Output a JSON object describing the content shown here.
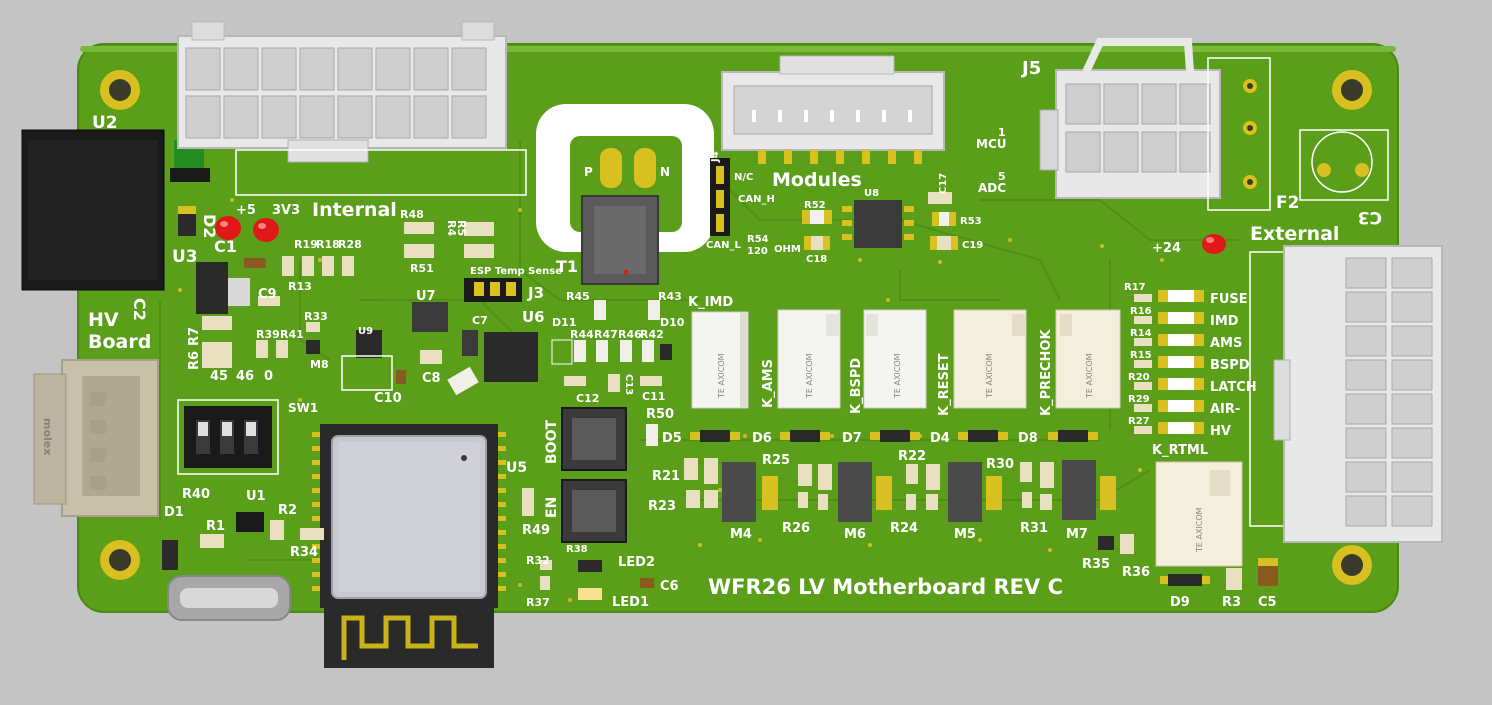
{
  "colors": {
    "background": "#c4c4c4",
    "board": "#5a9e1a",
    "board_edge": "#4a8a12",
    "silk": "#ffffff",
    "pad": "#d8c020",
    "connector": "#e8e8e8",
    "chip": "#2a2a2a",
    "led_red": "#e01818"
  },
  "board": {
    "title": "WFR26 LV Motherboard REV C"
  },
  "connectors": {
    "internal": "Internal",
    "modules": "Modules",
    "external": "External",
    "hv_board_line1": "HV",
    "hv_board_line2": "Board",
    "j5": "J5",
    "mcu_num": "1",
    "mcu": "MCU",
    "adc_num": "5",
    "adc": "ADC",
    "molex": "molex"
  },
  "indicator_labels": [
    "FUSE",
    "IMD",
    "AMS",
    "BSPD",
    "LATCH",
    "AIR-",
    "HV"
  ],
  "indicator_resistors": [
    "R17",
    "R16",
    "R14",
    "R15",
    "R20",
    "R29",
    "R27"
  ],
  "relays": [
    "K_IMD",
    "K_AMS",
    "K_BSPD",
    "K_RESET",
    "K_PRECHOK",
    "K_RTML"
  ],
  "relay_brand": "TE AXICOM",
  "labels": {
    "u2": "U2",
    "u3": "U3",
    "d2": "D2",
    "c1": "C1",
    "v5": "+5",
    "v3": "3V3",
    "c2": "C2",
    "c9": "C9",
    "r19": "R19",
    "r18": "R18",
    "r28": "R28",
    "r13": "R13",
    "r48": "R48",
    "r4": "R4",
    "r5": "R5",
    "r51": "R51",
    "u7": "U7",
    "r6": "R6",
    "r7": "R7",
    "r39": "R39",
    "r41": "R41",
    "r33": "R33",
    "m8": "M8",
    "u9": "U9",
    "c7": "C7",
    "c8": "C8",
    "c10": "C10",
    "c11": "C11",
    "c12": "C12",
    "c13": "C13",
    "u6": "U6",
    "n45": "45",
    "n46": "46",
    "n0": "0",
    "sw1": "SW1",
    "r40": "R40",
    "u1": "U1",
    "r1": "R1",
    "r2": "R2",
    "r34": "R34",
    "d1": "D1",
    "u5": "U5",
    "esp_temp": "ESP Temp Sense",
    "j3": "J3",
    "t1": "T1",
    "p": "P",
    "n": "N",
    "j4": "J4",
    "nc": "N/C",
    "can_h": "CAN_H",
    "can_l": "CAN_L",
    "r54": "R54",
    "r120": "120",
    "ohm": "OHM",
    "r52": "R52",
    "r53": "R53",
    "c17": "C17",
    "c18": "C18",
    "c19": "C19",
    "u8": "U8",
    "r45": "R45",
    "r43": "R43",
    "d11": "D11",
    "d10": "D10",
    "r44": "R44",
    "r47": "R47",
    "r46": "R46",
    "r42": "R42",
    "boot": "BOOT",
    "en": "EN",
    "r50": "R50",
    "d5": "D5",
    "d6": "D6",
    "d7": "D7",
    "d4": "D4",
    "d8": "D8",
    "r21": "R21",
    "r23": "R23",
    "r25": "R25",
    "r22": "R22",
    "r30": "R30",
    "r26": "R26",
    "r24": "R24",
    "r31": "R31",
    "m4": "M4",
    "m6": "M6",
    "m5": "M5",
    "m7": "M7",
    "r49": "R49",
    "r38": "R38",
    "r32": "R32",
    "r37": "R37",
    "led2": "LED2",
    "led1": "LED1",
    "c6": "C6",
    "r35": "R35",
    "r36": "R36",
    "d9": "D9",
    "r3": "R3",
    "c5": "C5",
    "f2": "F2",
    "c3": "C3",
    "v24": "+24"
  }
}
